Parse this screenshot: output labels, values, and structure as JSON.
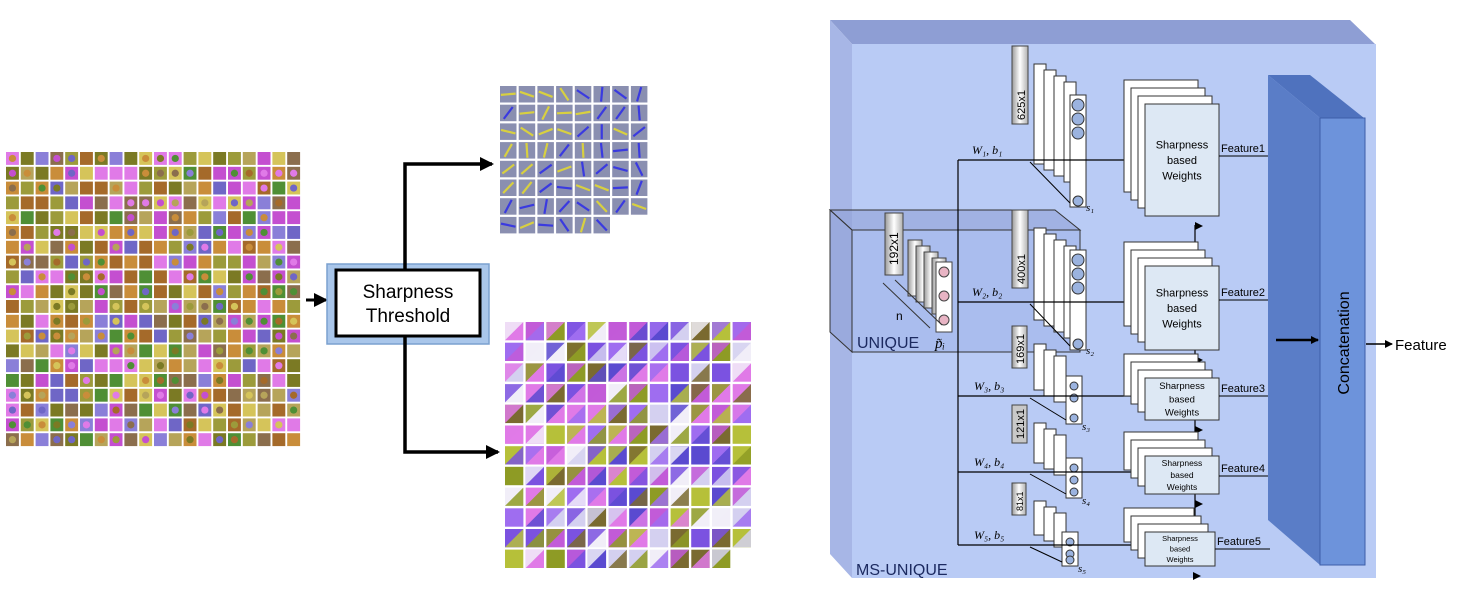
{
  "left_panel": {
    "threshold_box": {
      "line1": "Sharpness",
      "line2": "Threshold"
    },
    "all_filters_mosaic": {
      "rows": 20,
      "cols": 20
    },
    "sharp_filters_mosaic": {
      "rows": 8,
      "cols": 8
    },
    "color_filters_mosaic": {
      "rows": 12,
      "cols": 12
    }
  },
  "right_panel": {
    "outer_label": "MS-UNIQUE",
    "inner_label": "UNIQUE",
    "concat_label": "Concatenation",
    "output_label": "Feature",
    "patch_label": "p̃ᵢ",
    "n_label": "n",
    "input_vector_label": "192x1",
    "scales": [
      {
        "size_label": "625x1",
        "params": "W₁, b₁",
        "s_label": "s₁",
        "weights_lines": [
          "Sharpness",
          "based",
          "Weights"
        ],
        "feature": "Feature1"
      },
      {
        "size_label": "400x1",
        "params": "W₂, b₂",
        "s_label": "s₂",
        "weights_lines": [
          "Sharpness",
          "based",
          "Weights"
        ],
        "feature": "Feature2"
      },
      {
        "size_label": "169x1",
        "params": "W₃, b₃",
        "s_label": "s₃",
        "weights_lines": [
          "Sharpness",
          "based",
          "Weights"
        ],
        "feature": "Feature3"
      },
      {
        "size_label": "121x1",
        "params": "W₄, b₄",
        "s_label": "s₄",
        "weights_lines": [
          "Sharpness",
          "based",
          "Weights"
        ],
        "feature": "Feature4"
      },
      {
        "size_label": "81x1",
        "params": "W₅, b₅",
        "s_label": "s₅",
        "weights_lines": [
          "Sharpness",
          "based",
          "Weights"
        ],
        "feature": "Feature5"
      }
    ]
  },
  "colors": {
    "frame_front": "#b9cbf5",
    "frame_top": "#8e9ed4",
    "frame_side": "#7d8fc9",
    "concat_front": "#6d93db",
    "concat_side": "#4a6fb8",
    "weights_box": "#dde8f4",
    "threshold_outer": "#a9c6ea"
  }
}
